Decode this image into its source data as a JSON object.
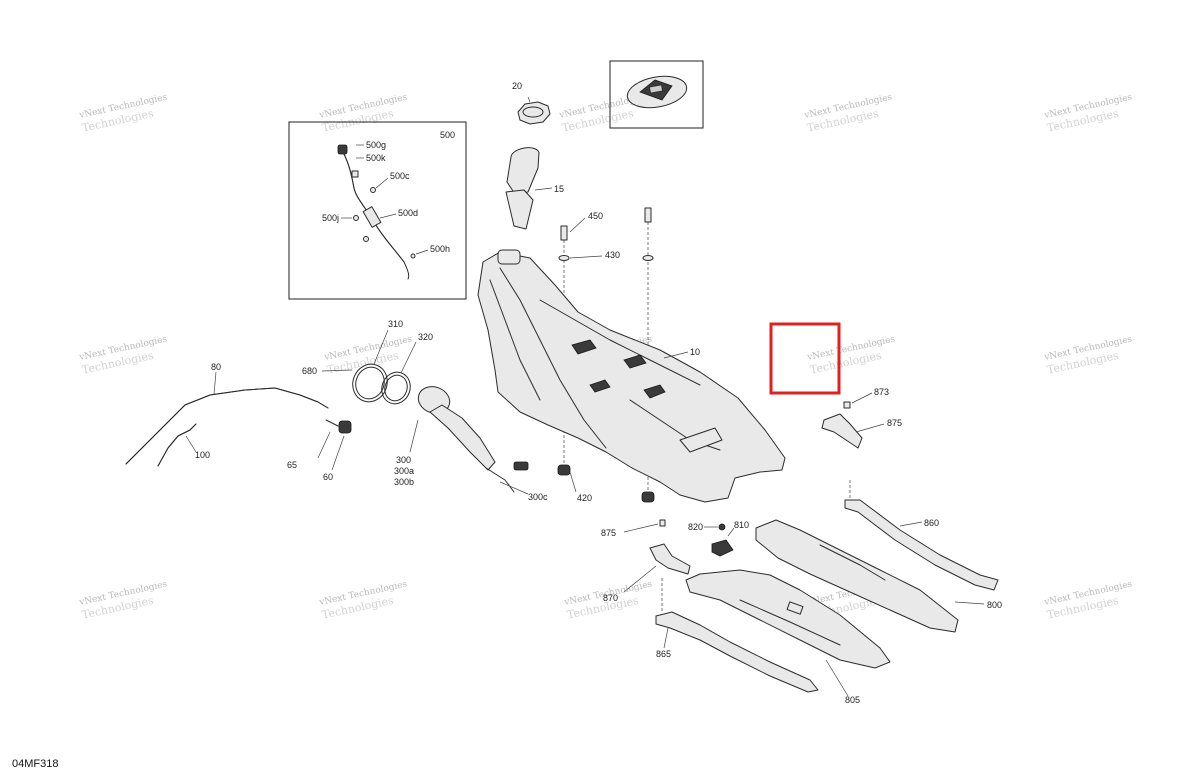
{
  "diagram_code": "04MF318",
  "watermark": {
    "line1": "vNext Technologies",
    "line2": "Technologies"
  },
  "highlight_color": "#e02020",
  "callouts": {
    "c10": "10",
    "c15": "15",
    "c20": "20",
    "c60": "60",
    "c65": "65",
    "c80": "80",
    "c100": "100",
    "c300": "300",
    "c300a": "300a",
    "c300b": "300b",
    "c300c": "300c",
    "c310": "310",
    "c320": "320",
    "c420": "420",
    "c430": "430",
    "c450": "450",
    "c500": "500",
    "c500g": "500g",
    "c500k": "500k",
    "c500c": "500c",
    "c500d": "500d",
    "c500j": "500j",
    "c500h": "500h",
    "c680": "680",
    "c800": "800",
    "c805": "805",
    "c810": "810",
    "c820": "820",
    "c860": "860",
    "c865": "865",
    "c870": "870",
    "c873": "873",
    "c875a": "875",
    "c875b": "875"
  }
}
